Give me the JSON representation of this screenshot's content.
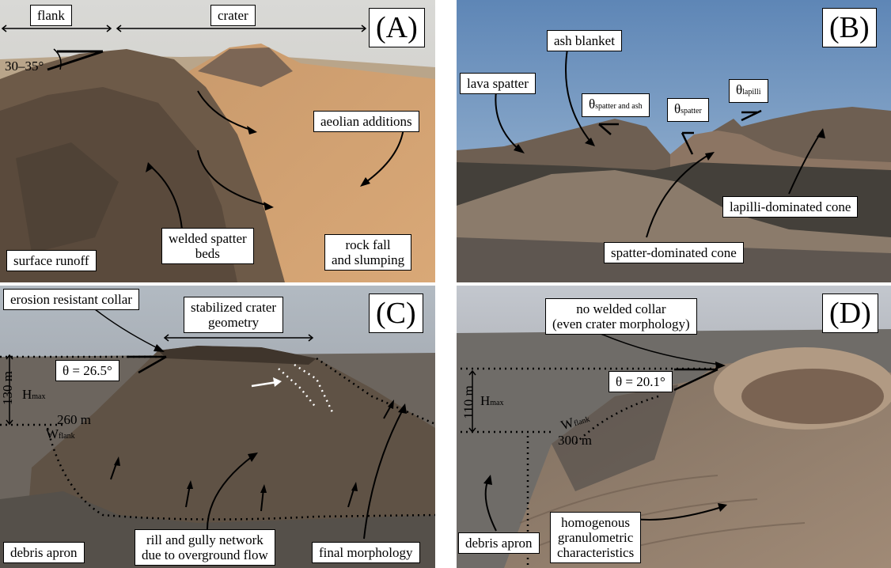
{
  "panels": {
    "a": {
      "letter": "(A)",
      "flank": "flank",
      "crater": "crater",
      "angle": "30–35°",
      "aeolian": "aeolian additions",
      "welded_1": "welded spatter",
      "welded_2": "beds",
      "runoff": "surface runoff",
      "rockfall_1": "rock fall",
      "rockfall_2": "and slumping"
    },
    "b": {
      "letter": "(B)",
      "ash_blanket": "ash blanket",
      "lava_spatter": "lava spatter",
      "theta": "θ",
      "theta_sub_1": "spatter and ash",
      "theta_sub_2": "spatter",
      "theta_sub_3": "lapilli",
      "lapilli_cone": "lapilli-dominated cone",
      "spatter_cone": "spatter-dominated cone"
    },
    "c": {
      "letter": "(C)",
      "collar": "erosion resistant collar",
      "stab_1": "stabilized crater",
      "stab_2": "geometry",
      "theta": "θ = 26.5°",
      "height": "130 m",
      "hmax": "H",
      "hmax_sub": "max",
      "width": "260 m",
      "wflank": "W",
      "wflank_sub": "flank",
      "debris": "debris apron",
      "rill_1": "rill and gully network",
      "rill_2": "due to overground flow",
      "final": "final morphology"
    },
    "d": {
      "letter": "(D)",
      "collar_1": "no welded collar",
      "collar_2": "(even crater morphology)",
      "theta": "θ = 20.1°",
      "height": "110 m",
      "hmax": "H",
      "hmax_sub": "max",
      "width": "300 m",
      "wflank": "W",
      "wflank_sub": "flank",
      "debris": "debris apron",
      "homog_1": "homogenous",
      "homog_2": "granulometric",
      "homog_3": "characteristics"
    }
  }
}
